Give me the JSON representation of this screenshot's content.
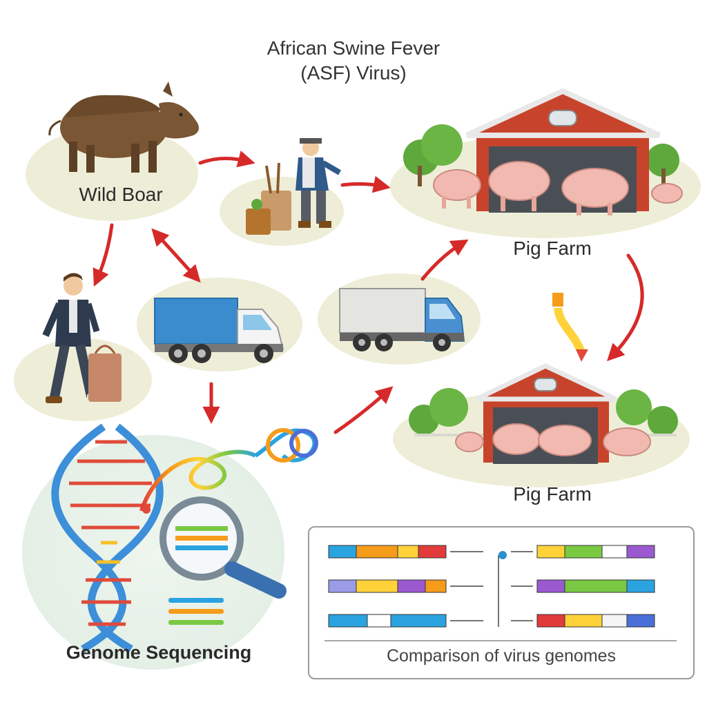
{
  "title_line1": "African Swine Fever",
  "title_line2": "(ASF) Virus)",
  "labels": {
    "wild_boar": "Wild Boar",
    "pig_farm_top": "Pig Farm",
    "pig_farm_bottom": "Pig Farm",
    "genome_sequencing": "Genome Sequencing",
    "comparison": "Comparison of virus genomes"
  },
  "colors": {
    "arrow": "#d62a2a",
    "barn": "#c8432b",
    "roof": "#e8e8e8",
    "pig": "#f2b9b0",
    "tree": "#5fa83c",
    "ground": "#eeeed8",
    "truck_blue": "#3a8ccf",
    "dna_blue": "#3c8fd8"
  },
  "genome_segment_colors": [
    "#2aa3e0",
    "#f59c1a",
    "#ffd23a",
    "#e23b3b",
    "#9b59d0",
    "#ffffff",
    "#7ac943",
    "#4a6fd8"
  ]
}
